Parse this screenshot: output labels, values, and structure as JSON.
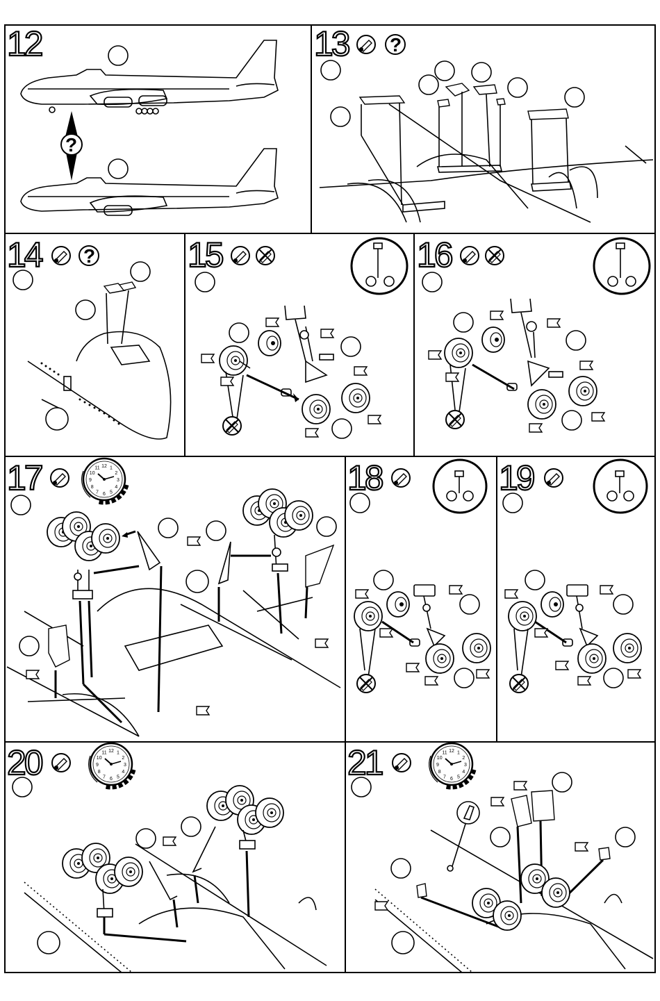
{
  "steps": [
    {
      "number": "12",
      "icons": [
        "question-icon"
      ]
    },
    {
      "number": "13",
      "icons": [
        "glue-tube-icon",
        "question-icon"
      ]
    },
    {
      "number": "14",
      "icons": [
        "glue-tube-icon",
        "question-icon"
      ]
    },
    {
      "number": "15",
      "icons": [
        "glue-tube-icon",
        "no-glue-icon"
      ]
    },
    {
      "number": "16",
      "icons": [
        "glue-tube-icon",
        "no-glue-icon"
      ]
    },
    {
      "number": "17",
      "icons": [
        "glue-tube-icon",
        "drying-clock-icon"
      ]
    },
    {
      "number": "18",
      "icons": [
        "glue-tube-icon"
      ]
    },
    {
      "number": "19",
      "icons": [
        "glue-tube-icon"
      ]
    },
    {
      "number": "20",
      "icons": [
        "glue-tube-icon",
        "drying-clock-icon"
      ]
    },
    {
      "number": "21",
      "icons": [
        "glue-tube-icon",
        "drying-clock-icon"
      ]
    }
  ],
  "choice_mark": "?",
  "clock": {
    "numerals": [
      "12",
      "1",
      "2",
      "3",
      "4",
      "5",
      "6",
      "7",
      "8",
      "9",
      "10",
      "11"
    ]
  },
  "colors": {
    "ink": "#000000",
    "paper": "#ffffff"
  }
}
